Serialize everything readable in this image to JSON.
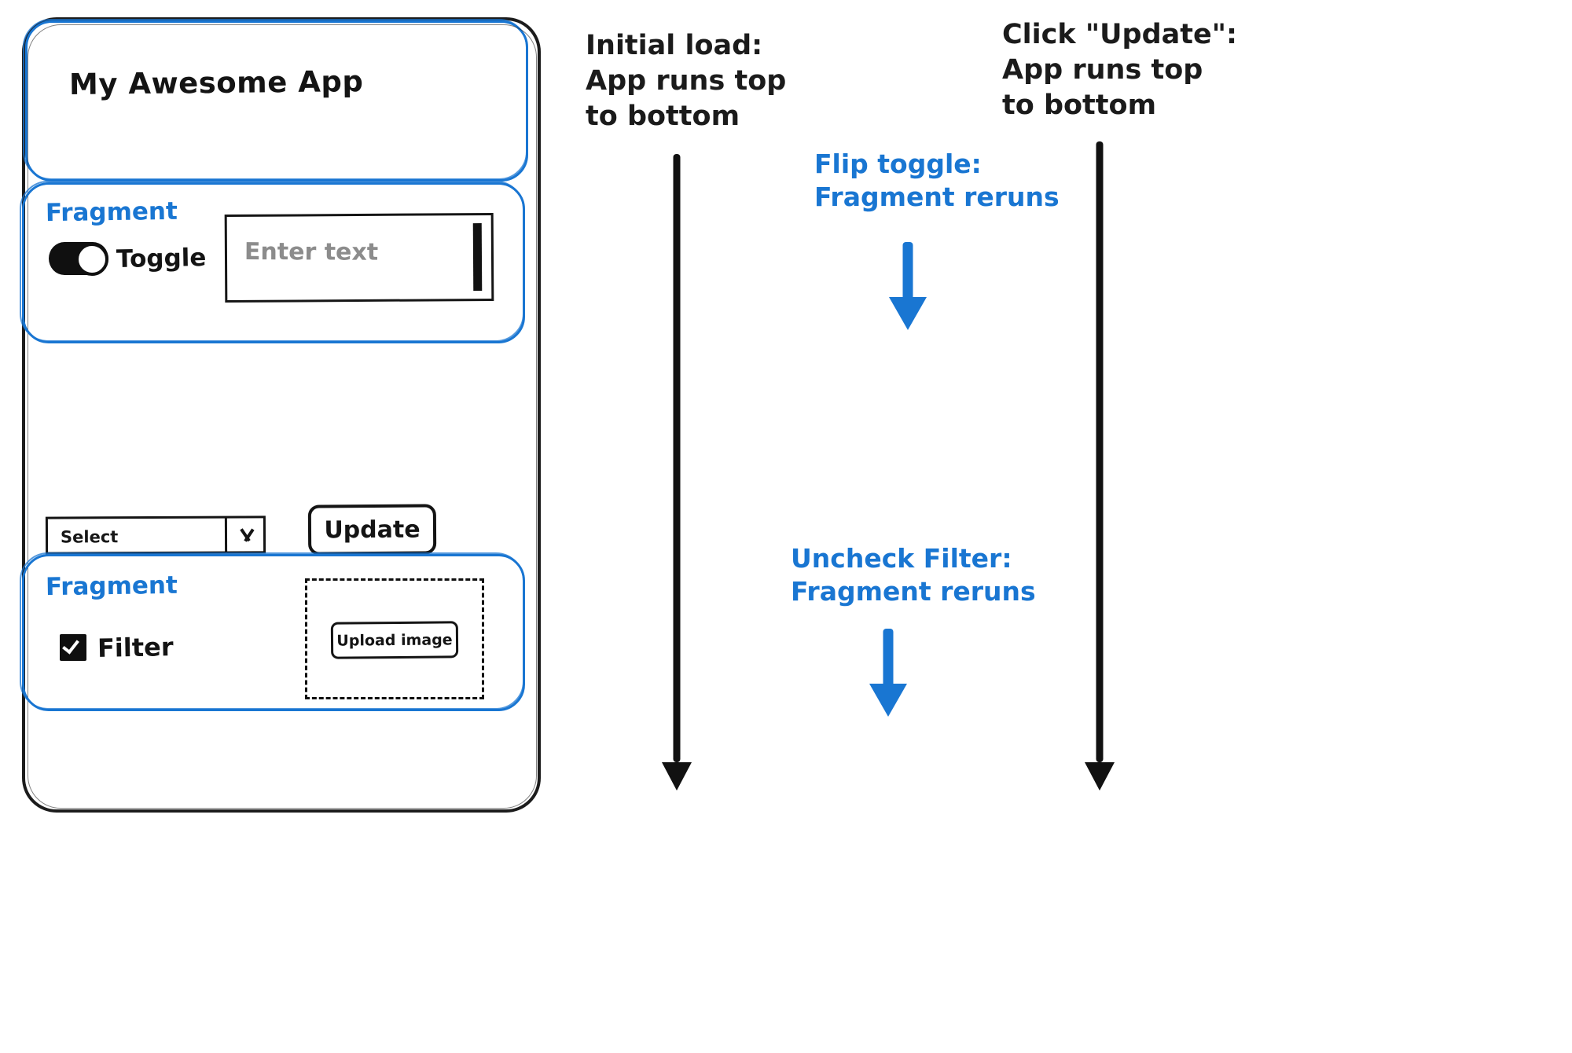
{
  "app": {
    "title": "My Awesome App",
    "fragment_label": "Fragment",
    "top_fragment": {
      "label": "Fragment",
      "toggle_label": "Toggle",
      "toggle_state": "on",
      "text_input_placeholder": "Enter text",
      "text_input_value": ""
    },
    "controls": {
      "select_value": "Select",
      "select_icon": "chevron-down-icon",
      "update_label": "Update"
    },
    "bottom_fragment": {
      "label": "Fragment",
      "checkbox_label": "Filter",
      "checkbox_state": "checked",
      "upload_label": "Upload image",
      "dropzone_style": "dashed"
    }
  },
  "annotations": {
    "initial_load": "Initial load:\nApp runs top\nto bottom",
    "click_update": "Click \"Update\":\nApp runs top\nto bottom",
    "flip_toggle": "Flip toggle:\nFragment reruns",
    "uncheck_filter": "Uncheck Filter:\nFragment reruns"
  },
  "colors": {
    "accent_blue": "#1976d2",
    "ink_black": "#1b1b1b",
    "placeholder_gray": "#8c8c8c"
  }
}
